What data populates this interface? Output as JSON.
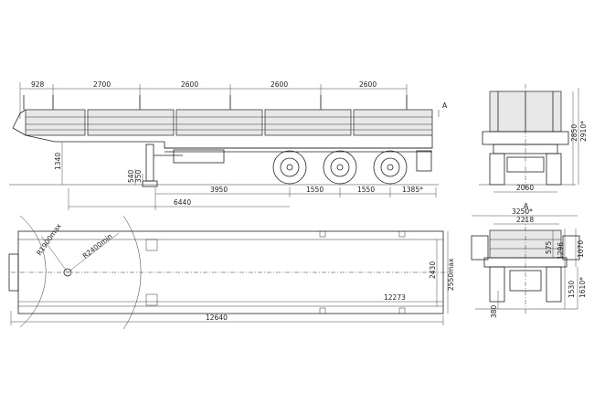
{
  "drawing": {
    "side_view": {
      "top_dims": [
        "928",
        "2700",
        "2600",
        "2600",
        "2600"
      ],
      "ride_height": "1340",
      "small_dims": [
        "540",
        "350"
      ],
      "axle_dims": [
        "3950",
        "1550",
        "1550",
        "1385*"
      ],
      "kingpin_to_rear_axle": "6440",
      "section_marker": "A"
    },
    "front_view": {
      "overall_height_dims": [
        "2850",
        "2910*"
      ],
      "track_width": "2060"
    },
    "plan_view": {
      "radius_front": "R1900max",
      "radius_swing": "R2400min",
      "inner_length": "12273",
      "overall_length": "12640",
      "inner_width": "2430",
      "overall_width": "2550max"
    },
    "rear_view": {
      "section_marker": "A",
      "overall_width": "3250*",
      "inner_width": "2218",
      "side_dims": [
        "575",
        "1296",
        "1070"
      ],
      "deck_height_dims": [
        "1530",
        "1610*"
      ],
      "ground_clearance": "380"
    }
  }
}
